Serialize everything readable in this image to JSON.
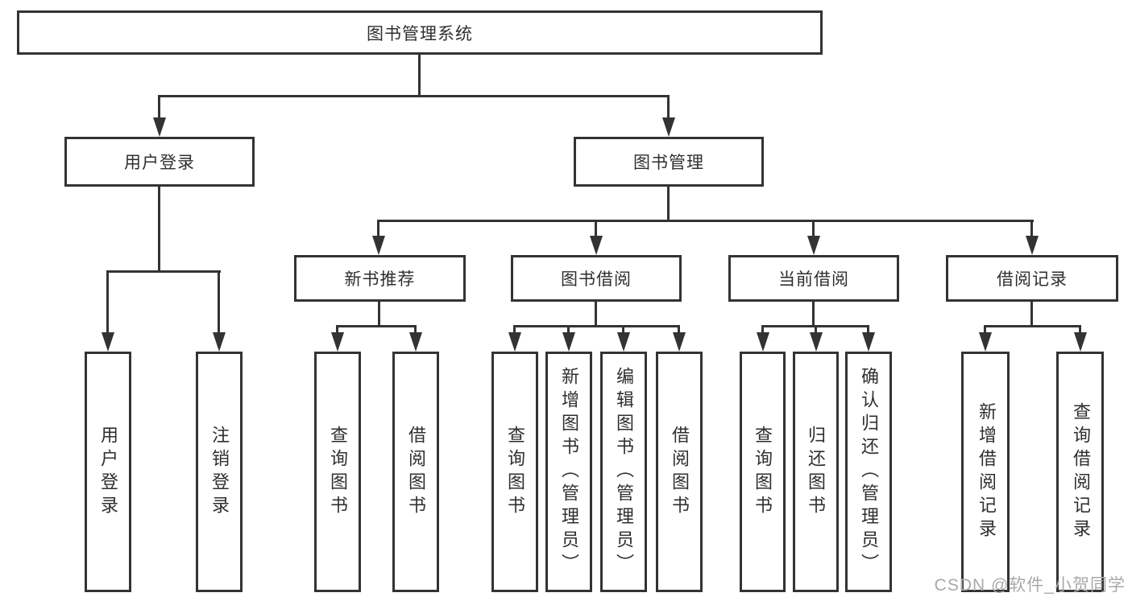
{
  "root": {
    "label": "图书管理系统"
  },
  "user_login": {
    "label": "用户登录",
    "children": [
      {
        "label": "用户登录"
      },
      {
        "label": "注销登录"
      }
    ]
  },
  "book_mgmt": {
    "label": "图书管理",
    "sections": [
      {
        "label": "新书推荐",
        "children": [
          {
            "label": "查询图书"
          },
          {
            "label": "借阅图书"
          }
        ]
      },
      {
        "label": "图书借阅",
        "children": [
          {
            "label": "查询图书"
          },
          {
            "label": "新增图书（管理员）"
          },
          {
            "label": "编辑图书（管理员）"
          },
          {
            "label": "借阅图书"
          }
        ]
      },
      {
        "label": "当前借阅",
        "children": [
          {
            "label": "查询图书"
          },
          {
            "label": "归还图书"
          },
          {
            "label": "确认归还（管理员）"
          }
        ]
      },
      {
        "label": "借阅记录",
        "children": [
          {
            "label": "新增借阅记录"
          },
          {
            "label": "查询借阅记录"
          }
        ]
      }
    ]
  },
  "watermark": {
    "text": "CSDN @软件_小贺同学"
  },
  "colors": {
    "line": "#333333",
    "text": "#2f2f2f",
    "watermark": "#a9a9a9",
    "background": "#ffffff"
  }
}
